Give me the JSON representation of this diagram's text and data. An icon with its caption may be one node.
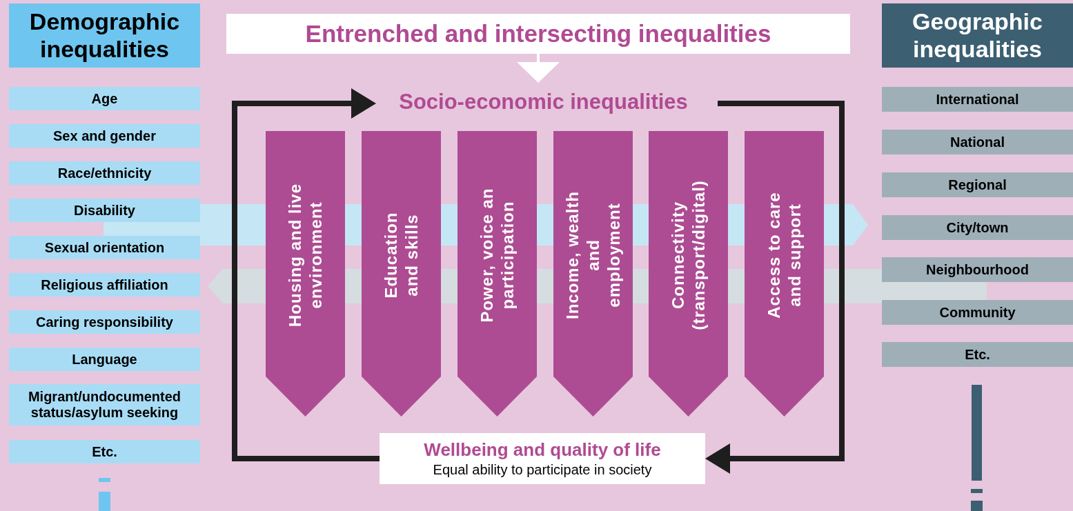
{
  "diagram": {
    "nodes": [
      {
        "text": [
          "Demographic inequalities"
        ]
      },
      {
        "text": [
          "Age"
        ]
      },
      {
        "text": [
          "Sex and gender"
        ]
      },
      {
        "text": [
          "Race/ethnicity"
        ]
      },
      {
        "text": [
          "Disability"
        ]
      },
      {
        "text": [
          "Sexual orientation"
        ]
      },
      {
        "text": [
          "Religious affiliation"
        ]
      },
      {
        "text": [
          "Caring responsibility"
        ]
      },
      {
        "text": [
          "Language"
        ]
      },
      {
        "text": [
          "Migrant/undocumented status/asylum seeking"
        ]
      },
      {
        "text": [
          "Etc."
        ]
      },
      {
        "text": [
          "Entrenched and intersecting inequalities"
        ]
      },
      {
        "text": [
          "Socio-economic inequalities"
        ]
      },
      {
        "text": [
          "Housing and live environment"
        ]
      },
      {
        "text": [
          "Education and skills"
        ]
      },
      {
        "text": [
          "Power, voice an participation"
        ]
      },
      {
        "text": [
          "Income, wealth and employment"
        ]
      },
      {
        "text": [
          "Connectivity (transport/digital)"
        ]
      },
      {
        "text": [
          "Access to care and support"
        ]
      },
      {
        "text": [
          "Wellbeing and quality of life",
          "Equal ability to participate in society"
        ]
      },
      {
        "text": [
          "Geographic inequalities"
        ]
      },
      {
        "text": [
          "International"
        ]
      },
      {
        "text": [
          "National"
        ]
      },
      {
        "text": [
          "Regional"
        ]
      },
      {
        "text": [
          "City/town"
        ]
      },
      {
        "text": [
          "Neighbourhood"
        ]
      },
      {
        "text": [
          "Community"
        ]
      },
      {
        "text": [
          "Etc."
        ]
      }
    ],
    "edges": [
      {
        "from": 11,
        "to": 12,
        "arrow": "to",
        "color": "#ffffff"
      },
      {
        "from": 19,
        "to": 12,
        "arrow": "to"
      },
      {
        "from": 12,
        "to": 19,
        "arrow": "to"
      }
    ]
  }
}
